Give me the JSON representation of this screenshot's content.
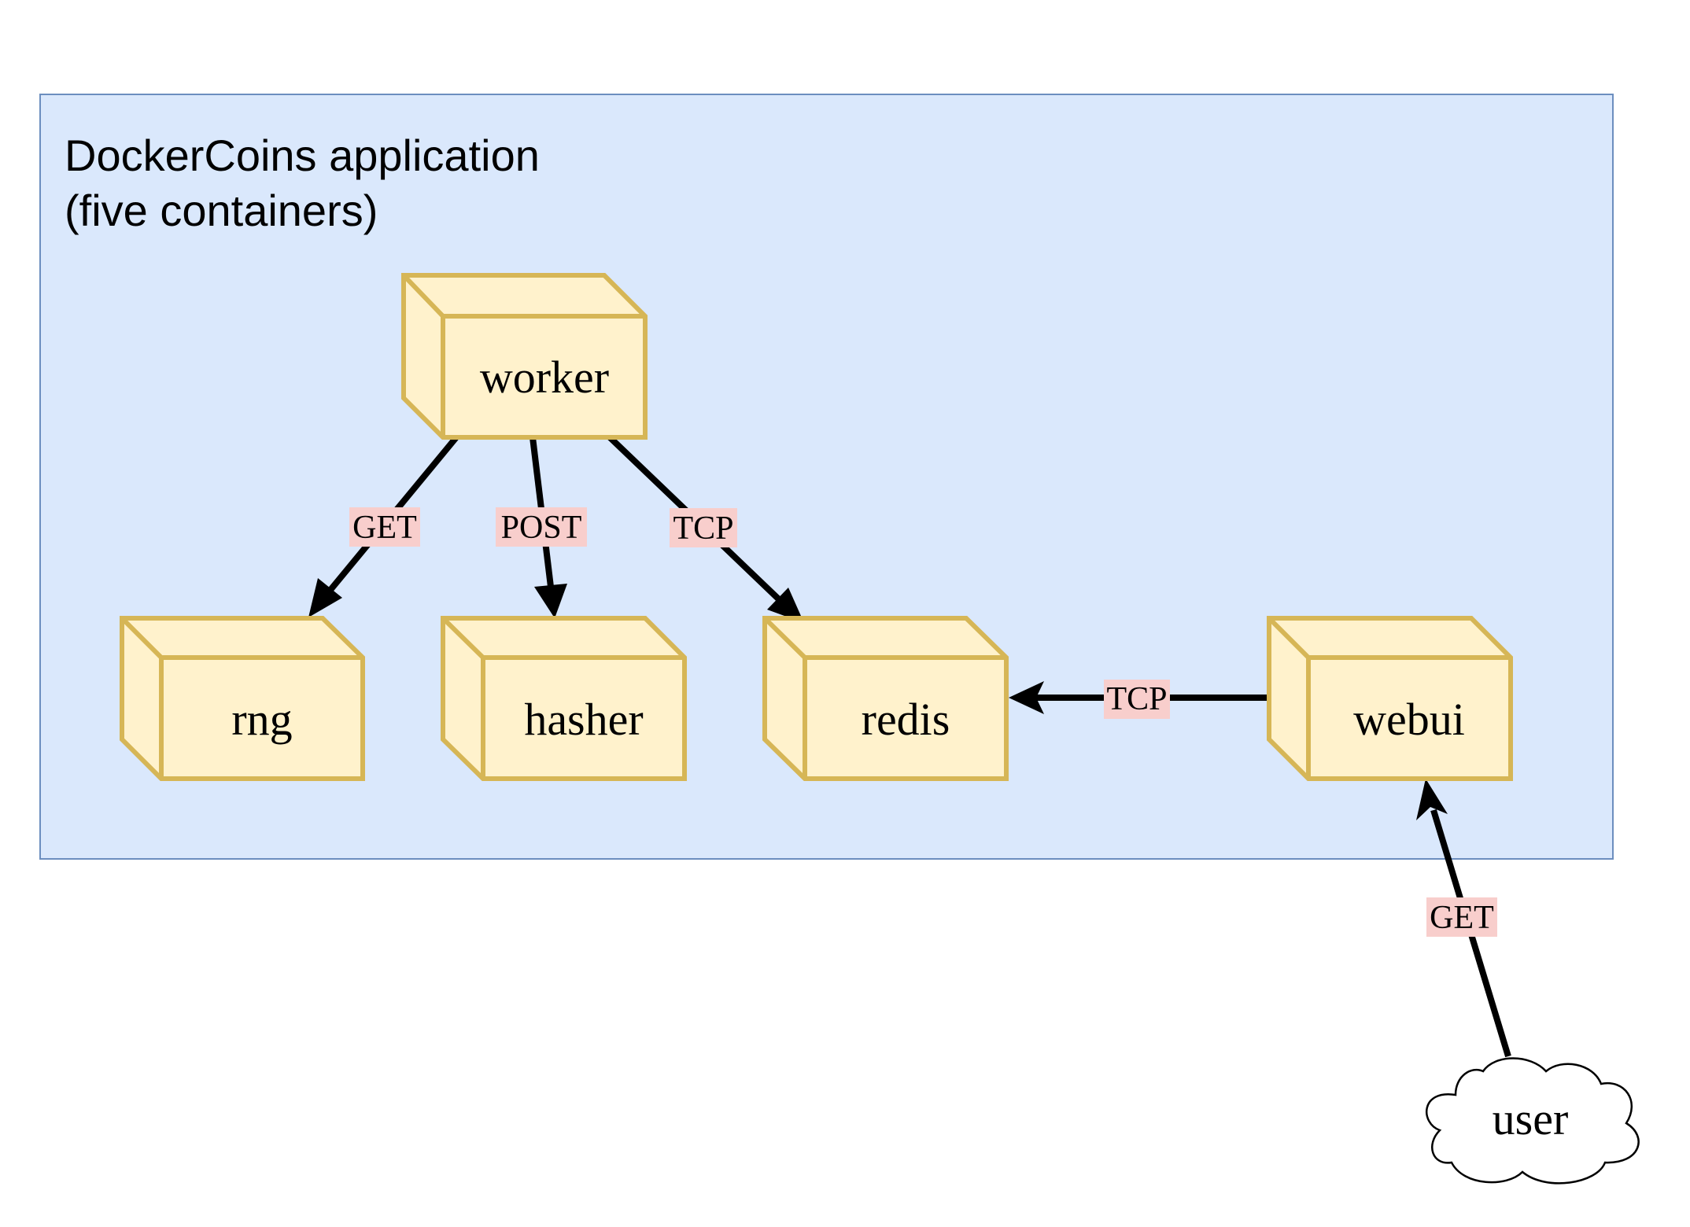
{
  "colors": {
    "group_fill": "#dae8fc",
    "group_stroke": "#6c8ebf",
    "box_fill": "#fff2cc",
    "box_stroke": "#d6b656",
    "label_bg": "#f8cecc",
    "arrow": "#000000"
  },
  "group": {
    "title_line1": "DockerCoins application",
    "title_line2": "(five containers)"
  },
  "nodes": {
    "worker": "worker",
    "rng": "rng",
    "hasher": "hasher",
    "redis": "redis",
    "webui": "webui",
    "user": "user"
  },
  "edges": {
    "worker_rng": "GET",
    "worker_hasher": "POST",
    "worker_redis": "TCP",
    "webui_redis": "TCP",
    "user_webui": "GET"
  }
}
